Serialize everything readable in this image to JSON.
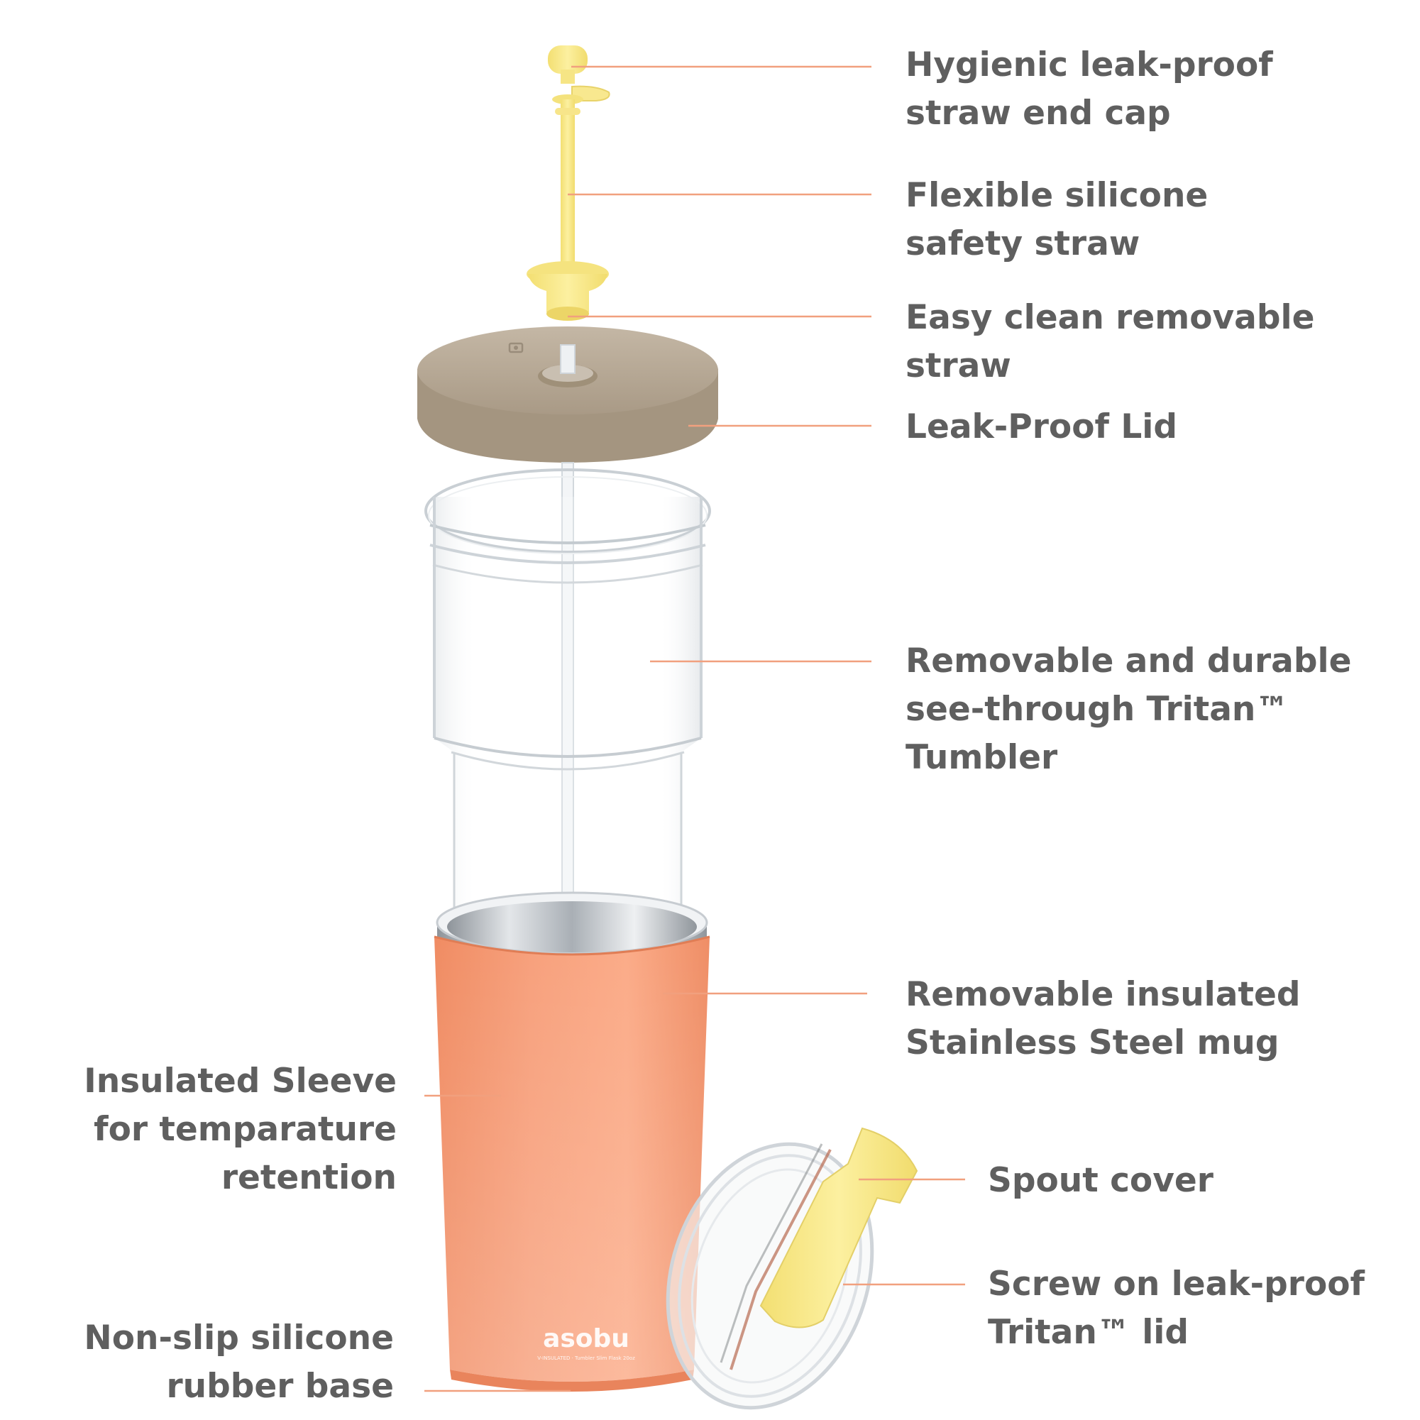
{
  "colors": {
    "leader_line": "#f1a07e",
    "label_text": "#5f5f5f",
    "straw_yellow": "#fbeb8f",
    "lid_taupe": "#b9ab98",
    "sleeve_coral": "#f7a07c",
    "steel": "#c8cdd2"
  },
  "brand": {
    "logo": "asobu",
    "tagline": "V-INSULATED · Tumbler Slim Flask 20oz"
  },
  "callouts": [
    {
      "id": "straw-end-cap",
      "lines": [
        "Hygienic leak-proof",
        "straw end cap"
      ]
    },
    {
      "id": "silicone-straw",
      "lines": [
        "Flexible silicone",
        "safety straw"
      ]
    },
    {
      "id": "removable-straw",
      "lines": [
        "Easy clean removable",
        "straw"
      ]
    },
    {
      "id": "leak-proof-lid",
      "lines": [
        "Leak-Proof Lid"
      ]
    },
    {
      "id": "tritan-tumbler",
      "lines": [
        "Removable and durable",
        "see-through Tritan™",
        "Tumbler"
      ]
    },
    {
      "id": "steel-mug",
      "lines": [
        "Removable insulated",
        "Stainless Steel mug"
      ]
    },
    {
      "id": "insulated-sleeve",
      "lines": [
        "Insulated Sleeve",
        "for temparature",
        "retention"
      ]
    },
    {
      "id": "spout-cover",
      "lines": [
        "Spout cover"
      ]
    },
    {
      "id": "tritan-lid",
      "lines": [
        "Screw on leak-proof",
        "Tritan™ lid"
      ]
    },
    {
      "id": "rubber-base",
      "lines": [
        "Non-slip silicone",
        "rubber base"
      ]
    }
  ]
}
